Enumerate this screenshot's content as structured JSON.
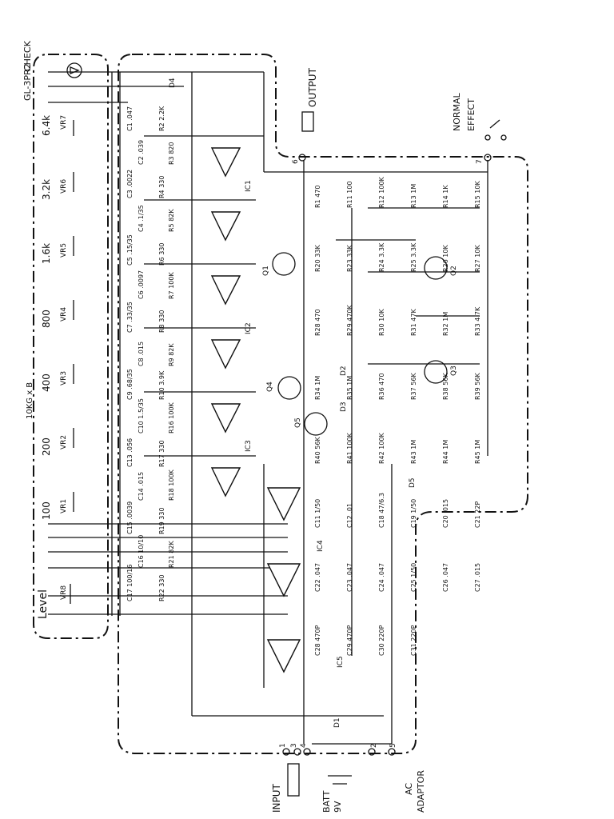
{
  "title": "GL-3PR2",
  "check": "CHECK",
  "bands": [
    "100",
    "200",
    "400",
    "800",
    "1.6k",
    "3.2k",
    "6.4k"
  ],
  "level": "Level",
  "vr": [
    "VR1",
    "VR2",
    "VR3",
    "VR4",
    "VR5",
    "VR6",
    "VR7",
    "VR8"
  ],
  "array_note": "10KG x B",
  "ic": [
    "IC1",
    "IC2",
    "IC3",
    "IC4",
    "IC5"
  ],
  "transistors": [
    "Q1",
    "Q2",
    "Q3",
    "Q4",
    "Q5"
  ],
  "diodes": [
    "D1",
    "D2",
    "D3",
    "D4",
    "D5"
  ],
  "filter_caps": [
    [
      "C1",
      ".047"
    ],
    [
      "C2",
      ".039"
    ],
    [
      "C3",
      ".0022"
    ],
    [
      "C4",
      ".1/35"
    ],
    [
      "C5",
      ".15/35"
    ],
    [
      "C6",
      ".0097"
    ],
    [
      "C7",
      ".33/35"
    ],
    [
      "C8",
      ".015"
    ],
    [
      "C9",
      ".68/35"
    ],
    [
      "C10",
      "1.5/35"
    ],
    [
      "C13",
      ".056"
    ],
    [
      "C14",
      ".015"
    ],
    [
      "C15",
      ".0039"
    ],
    [
      "C16",
      "10/10"
    ],
    [
      "C17",
      "100/16"
    ]
  ],
  "filter_res": [
    [
      "R2",
      "2.2K"
    ],
    [
      "R3",
      "820"
    ],
    [
      "R4",
      "330"
    ],
    [
      "R5",
      "82K"
    ],
    [
      "R6",
      "330"
    ],
    [
      "R7",
      "100K"
    ],
    [
      "R8",
      "330"
    ],
    [
      "R9",
      "82K"
    ],
    [
      "R10",
      "3.9K"
    ],
    [
      "R16",
      "100K"
    ],
    [
      "R17",
      "330"
    ],
    [
      "R18",
      "100K"
    ],
    [
      "R19",
      "330"
    ],
    [
      "R21",
      "82K"
    ],
    [
      "R22",
      "330"
    ]
  ],
  "misc": [
    [
      "R1",
      "470"
    ],
    [
      "R11",
      "100"
    ],
    [
      "R12",
      "100K"
    ],
    [
      "R13",
      "1M"
    ],
    [
      "R14",
      "1K"
    ],
    [
      "R15",
      "10K"
    ],
    [
      "R20",
      "33K"
    ],
    [
      "R23",
      "33K"
    ],
    [
      "R24",
      "3.3K"
    ],
    [
      "R25",
      "3.3K"
    ],
    [
      "R26",
      "10K"
    ],
    [
      "R27",
      "10K"
    ],
    [
      "R28",
      "470"
    ],
    [
      "R29",
      "470K"
    ],
    [
      "R30",
      "10K"
    ],
    [
      "R31",
      "47K"
    ],
    [
      "R32",
      "1M"
    ],
    [
      "R33",
      "4.7K"
    ],
    [
      "R34",
      "1M"
    ],
    [
      "R35",
      "1M"
    ],
    [
      "R36",
      "470"
    ],
    [
      "R37",
      "56K"
    ],
    [
      "R38",
      "56K"
    ],
    [
      "R39",
      "56K"
    ],
    [
      "R40",
      "56K"
    ],
    [
      "R41",
      "100K"
    ],
    [
      "R42",
      "100K"
    ],
    [
      "R43",
      "1M"
    ],
    [
      "R44",
      "1M"
    ],
    [
      "R45",
      "1M"
    ],
    [
      "C11",
      "1/50"
    ],
    [
      "C12",
      ".01"
    ],
    [
      "C18",
      "47/6.3"
    ],
    [
      "C19",
      "1/50"
    ],
    [
      "C20",
      ".015"
    ],
    [
      "C21",
      "22P"
    ],
    [
      "C22",
      ".047"
    ],
    [
      "C23",
      ".047"
    ],
    [
      "C24",
      ".047"
    ],
    [
      "C25",
      "1/50"
    ],
    [
      "C26",
      ".047"
    ],
    [
      "C27",
      ".015"
    ],
    [
      "C28",
      "470P"
    ],
    [
      "C29",
      "470P"
    ],
    [
      "C30",
      "220P"
    ],
    [
      "C31",
      "220P"
    ]
  ],
  "output": "OUTPUT",
  "normal": "NORMAL",
  "effect": "EFFECT",
  "input": "INPUT",
  "batt": "BATT",
  "batt_v": "9V",
  "ac": "AC",
  "adaptor": "ADAPTOR",
  "terminals": [
    "1",
    "2",
    "3",
    "4",
    "5",
    "6",
    "7"
  ]
}
